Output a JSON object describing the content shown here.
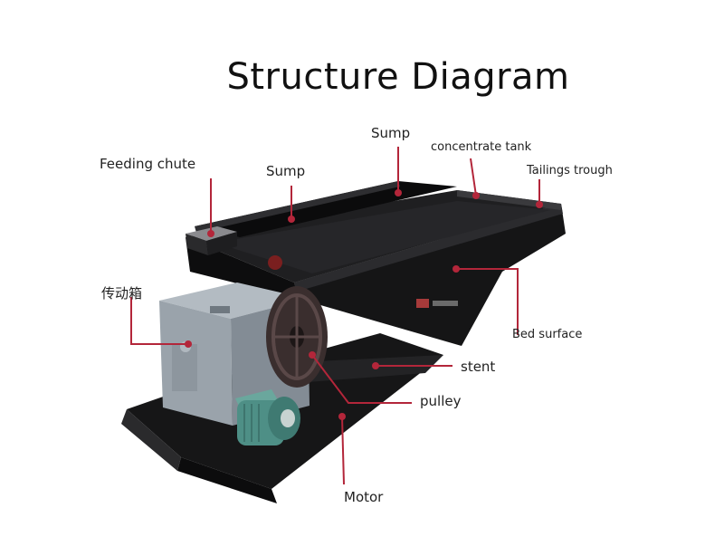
{
  "title": "Structure Diagram",
  "labels": {
    "feeding_chute": "Feeding chute",
    "sump_left": "Sump",
    "sump_top": "Sump",
    "concentrate_tank": "concentrate tank",
    "tailings_trough": "Tailings trough",
    "transmission_box": "传动箱",
    "bed_surface": "Bed surface",
    "stent": "stent",
    "pulley": "pulley",
    "motor": "Motor"
  },
  "colors": {
    "leader_line": "#b3263a",
    "machine_black": "#1c1c1e",
    "gearbox_gray": "#9ea6ae",
    "motor_teal": "#4e8f86"
  }
}
